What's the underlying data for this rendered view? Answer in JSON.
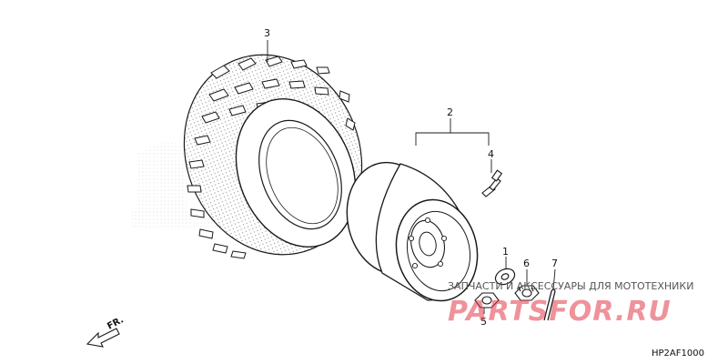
{
  "callouts": {
    "c1": "1",
    "c2": "2",
    "c3": "3",
    "c4": "4",
    "c5": "5",
    "c6": "6",
    "c7": "7"
  },
  "direction_label": "FR.",
  "diagram_code": "HP2AF1000",
  "watermark": {
    "tagline": "ЗАПЧАСТИ И АКСЕССУАРЫ ДЛЯ МОТОТЕХНИКИ",
    "logo": "PARTSFOR.RU"
  },
  "colors": {
    "line": "#1a1a1a",
    "watermark_red": "#e23a4a",
    "background_logo": "#d0d0d0"
  }
}
